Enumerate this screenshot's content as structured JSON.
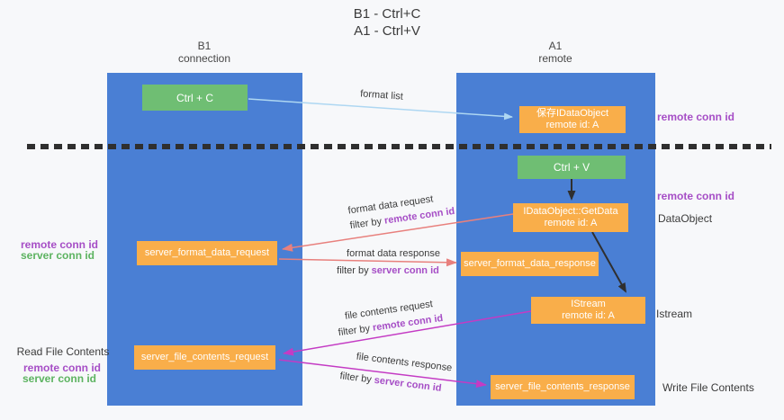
{
  "title": {
    "line1": "B1 - Ctrl+C",
    "line2": "A1 - Ctrl+V"
  },
  "columns": {
    "left": {
      "title": "B1",
      "subtitle": "connection"
    },
    "right": {
      "title": "A1",
      "subtitle": "remote"
    }
  },
  "boxes": {
    "ctrl_c": {
      "label": "Ctrl + C"
    },
    "ctrl_v": {
      "label": "Ctrl + V"
    },
    "save_dataobject": {
      "line1": "保存IDataObject",
      "line2": "remote id: A"
    },
    "getdata": {
      "line1": "IDataObject::GetData",
      "line2": "remote id: A"
    },
    "istream": {
      "line1": "IStream",
      "line2": "remote id: A"
    },
    "format_request": {
      "label": "server_format_data_request"
    },
    "format_response": {
      "label": "server_format_data_response"
    },
    "file_request": {
      "label": "server_file_contents_request"
    },
    "file_response": {
      "label": "server_file_contents_response"
    }
  },
  "arrow_labels": {
    "format_list": "format list",
    "format_data_request": "format data request",
    "format_data_response": "format data response",
    "file_contents_request": "file contents request",
    "file_contents_response": "file contents response",
    "filter_prefix": "filter by ",
    "remote_conn_id": "remote conn id",
    "server_conn_id": "server conn id"
  },
  "side_labels": {
    "remote_conn_id": "remote conn id",
    "server_conn_id": "server conn id",
    "dataobject": "DataObject",
    "istream": "Istream",
    "read_file_contents": "Read File Contents",
    "write_file_contents": "Write File Contents"
  },
  "colors": {
    "column_blue": "#4a7fd4",
    "box_green": "#6fbe73",
    "box_orange": "#f9ae4a",
    "purple_text": "#a64ec6",
    "green_text": "#5cb360",
    "red_arrow": "#e8807d",
    "magenta_arrow": "#c43bc4",
    "blue_arrow": "#aed7f2",
    "dark": "#2f2f2f"
  }
}
